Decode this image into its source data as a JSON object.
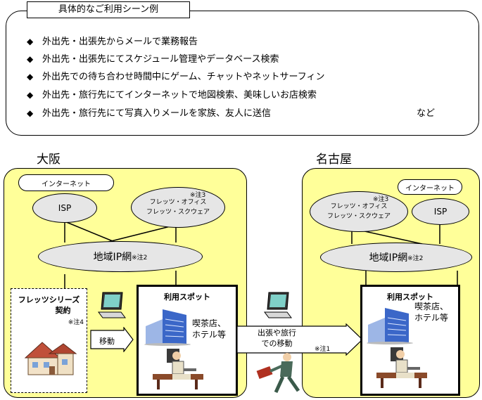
{
  "usage": {
    "title": "具体的なご利用シーン例",
    "bullet": "◆",
    "items": [
      "外出先・出張先からメールで業務報告",
      "外出先・出張先にてスケジュール管理やデータベース検索",
      "外出先での待ち合わせ時間中にゲーム、チャットやネットサーフィン",
      "外出先・旅行先にてインターネットで地図検索、美味しいお店検索",
      "外出先・旅行先にて写真入りメールを家族、友人に送信"
    ],
    "etc": "など"
  },
  "osaka": {
    "label": "大阪",
    "internet": "インターネット",
    "isp": "ISP",
    "flets_office_1": "フレッツ・オフィス",
    "flets_office_2": "フレッツ・スクウェア",
    "note3": "※注3",
    "regional": "地域IP網",
    "note2": "※注2",
    "contract_1": "フレッツシリーズ",
    "contract_2": "契約",
    "note4": "※注4",
    "move": "移動",
    "spot_title": "利用スポット",
    "spot_line1": "喫茶店、",
    "spot_line2": "ホテル等"
  },
  "travel": {
    "line1": "出張や旅行",
    "line2": "での移動",
    "note1": "※注1"
  },
  "nagoya": {
    "label": "名古屋",
    "internet": "インターネット",
    "isp": "ISP",
    "flets_office_1": "フレッツ・オフィス",
    "flets_office_2": "フレッツ・スクウェア",
    "note3": "※注3",
    "regional": "地域IP網",
    "note2": "※注2",
    "spot_title": "利用スポット",
    "spot_line1": "喫茶店、",
    "spot_line2": "ホテル等"
  },
  "colors": {
    "region": "#ffff99",
    "ellipse": "#e6e6e6",
    "building": "#3b67c8",
    "house_roof": "#c0503a"
  }
}
